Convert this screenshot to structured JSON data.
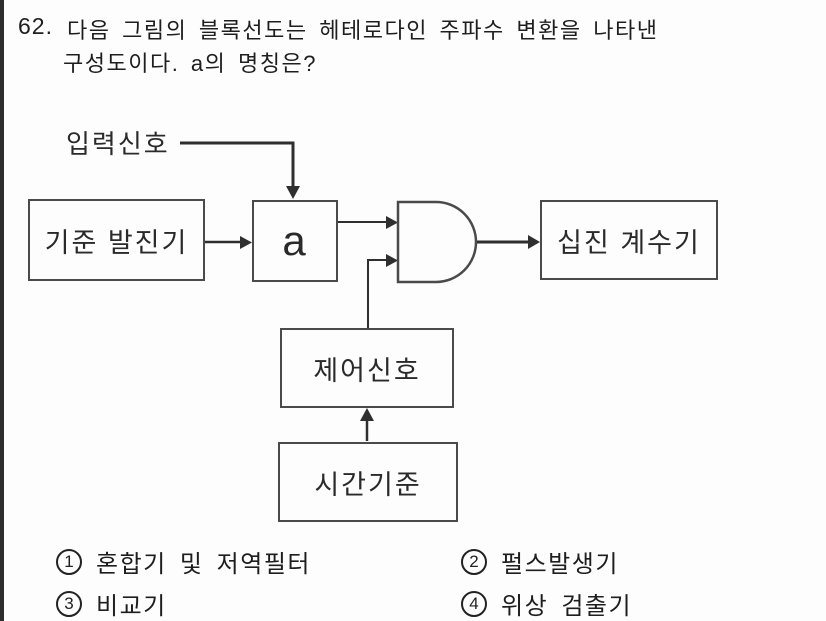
{
  "page": {
    "background": "#fdfdfd",
    "text_color": "#1e1e1e",
    "border_color": "#2e2e2e",
    "line_color": "#3a3a3a"
  },
  "question": {
    "number": "62.",
    "line1": "다음 그림의 블록선도는 헤테로다인 주파수 변환을 나타낸",
    "line2": "구성도이다. a의 명칭은?"
  },
  "diagram": {
    "input_label": "입력신호",
    "blocks": {
      "reference_oscillator": "기준 발진기",
      "block_a": "a",
      "decimal_counter": "십진 계수기",
      "control_signal": "제어신호",
      "time_base": "시간기준"
    },
    "gate_type": "and-gate"
  },
  "choices": [
    {
      "num": "1",
      "label": "혼합기 및 저역필터"
    },
    {
      "num": "2",
      "label": "펄스발생기"
    },
    {
      "num": "3",
      "label": "비교기"
    },
    {
      "num": "4",
      "label": "위상 검출기"
    }
  ]
}
